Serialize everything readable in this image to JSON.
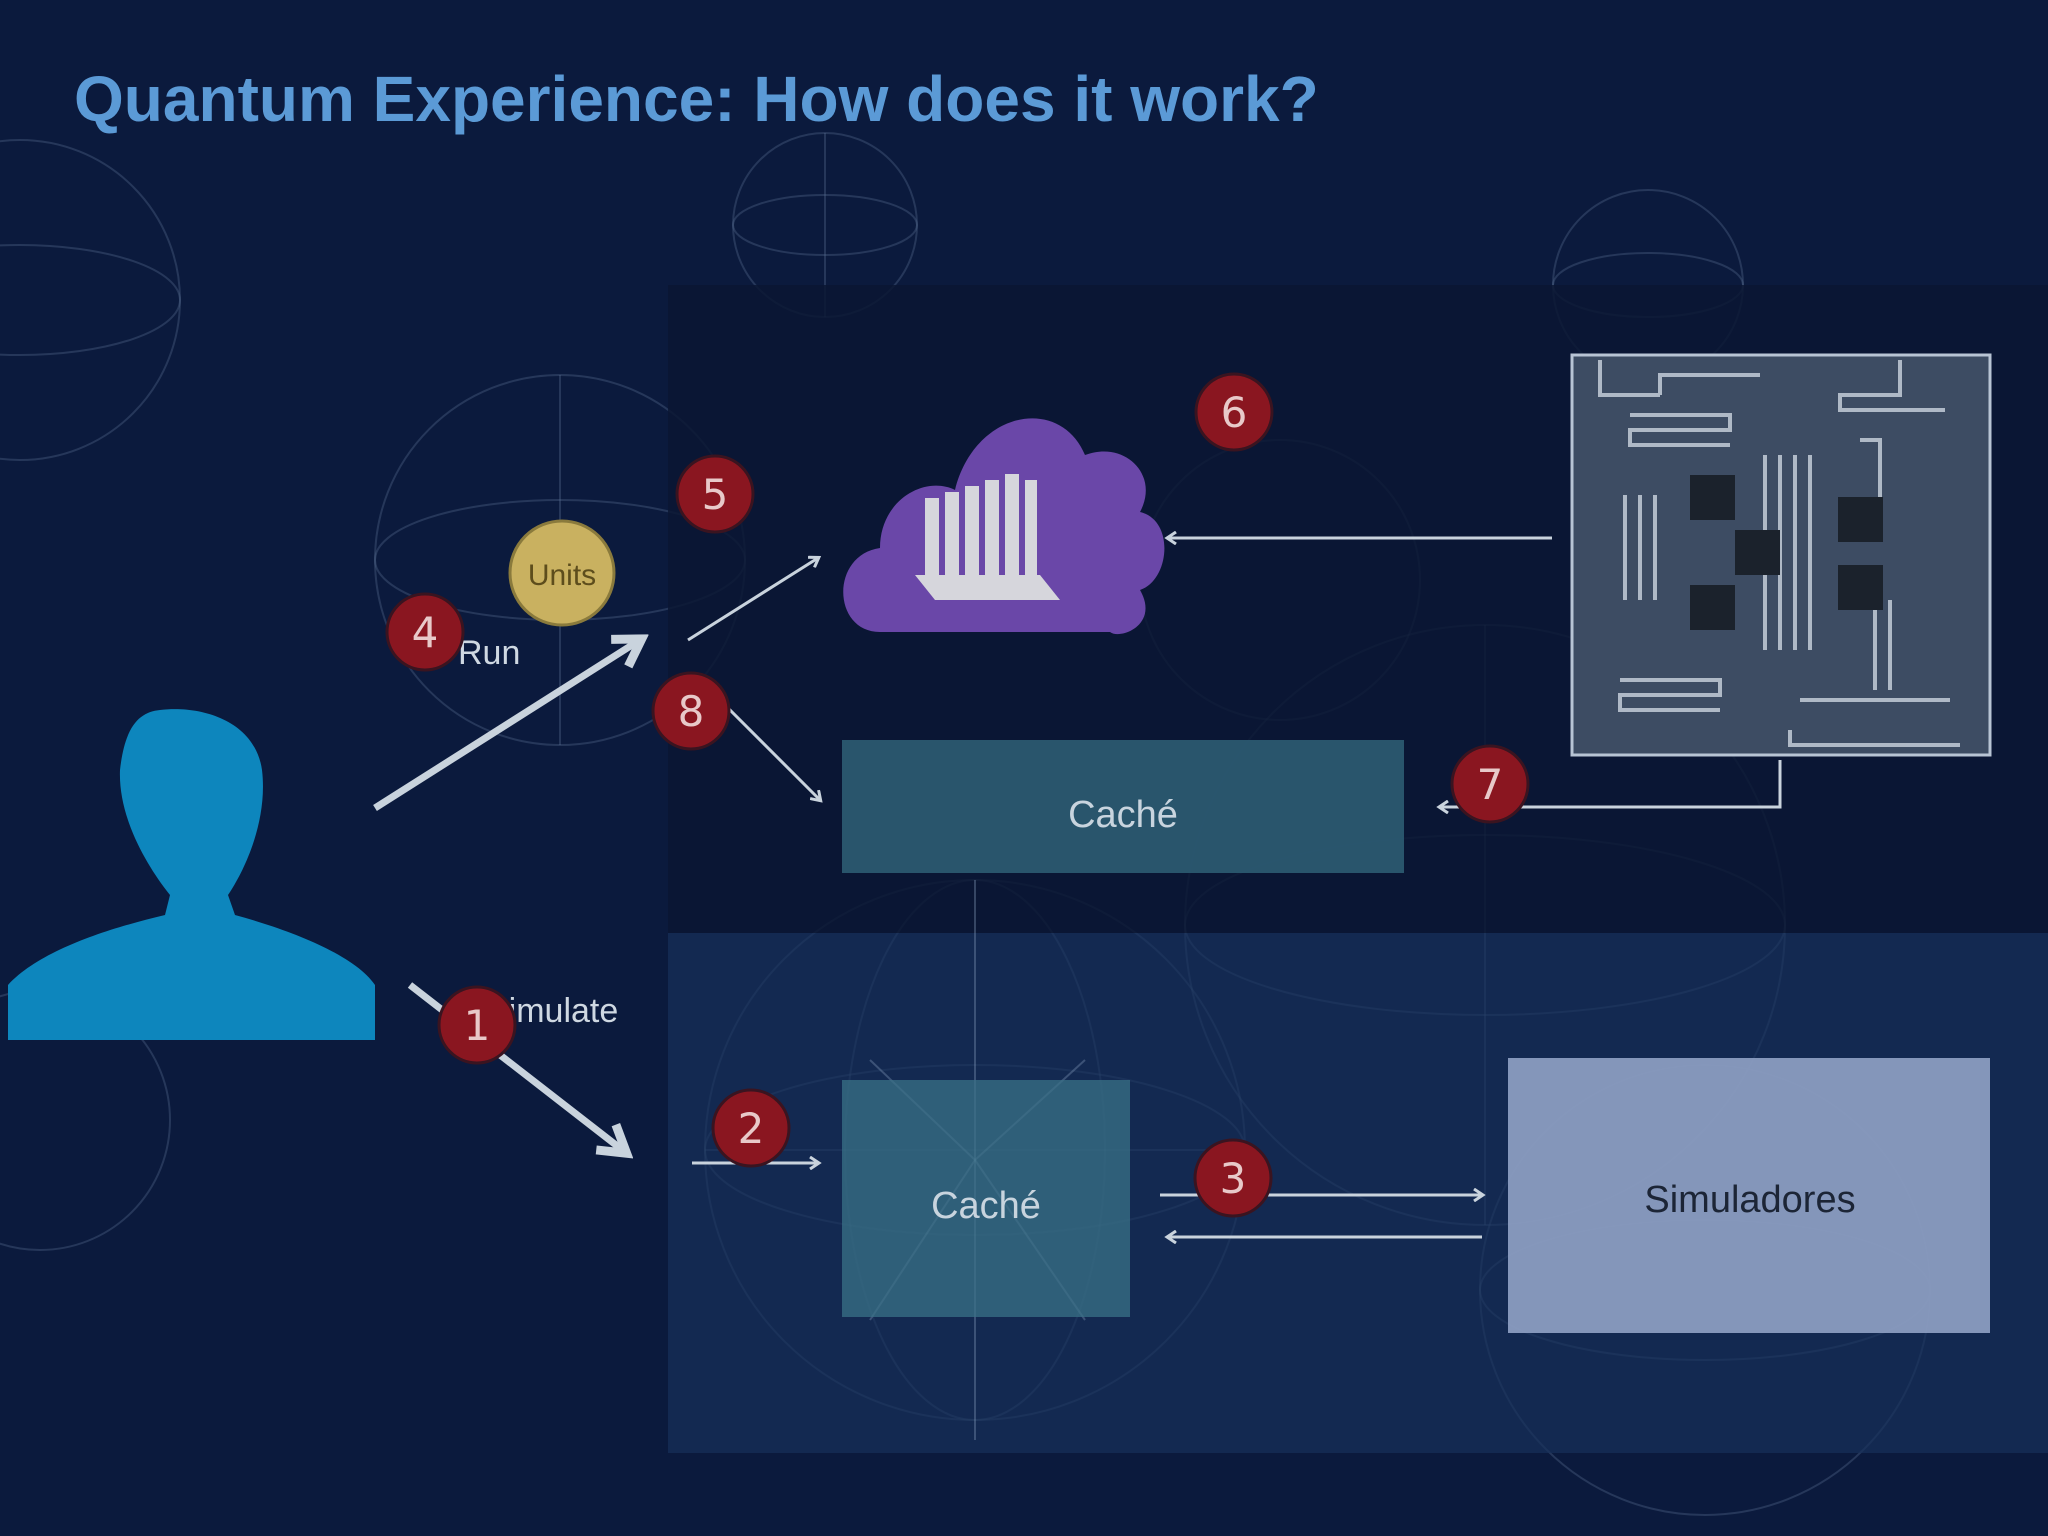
{
  "title": "Quantum Experience: How does it work?",
  "labels": {
    "run": "Run",
    "simulate": "Simulate",
    "units": "Units",
    "cache_top": "Caché",
    "cache_bottom": "Caché",
    "simulators": "Simuladores"
  },
  "steps": [
    "1",
    "2",
    "3",
    "4",
    "5",
    "6",
    "7",
    "8"
  ],
  "icons": [
    "user-icon",
    "cloud-server-icon",
    "quantum-chip-icon",
    "units-coin-icon"
  ],
  "colors": {
    "background": "#0b1a3d",
    "title": "#5b9ad6",
    "user": "#0d86bd",
    "cloud": "#6a47a8",
    "badge": "#8a1620",
    "units": "#c9b160"
  }
}
